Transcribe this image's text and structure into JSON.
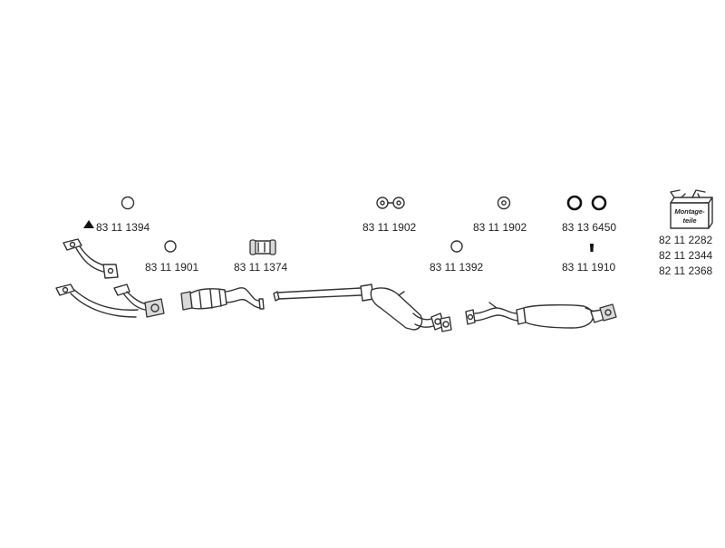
{
  "parts": {
    "front_pipe": "83 11 1394",
    "ring_a": "83 11 1901",
    "clamp": "83 11 1374",
    "hanger_double_a": "83 11 1902",
    "ring_b": "83 11 1392",
    "hanger_double_b": "83 11 1902",
    "rings_pair": "83 13 6450",
    "bolt": "83 11 1910"
  },
  "mounting_kit": {
    "box_label_line1": "Montage-",
    "box_label_line2": "teile",
    "numbers": [
      "82 11 2282",
      "82 11 2344",
      "82 11 2368"
    ]
  }
}
